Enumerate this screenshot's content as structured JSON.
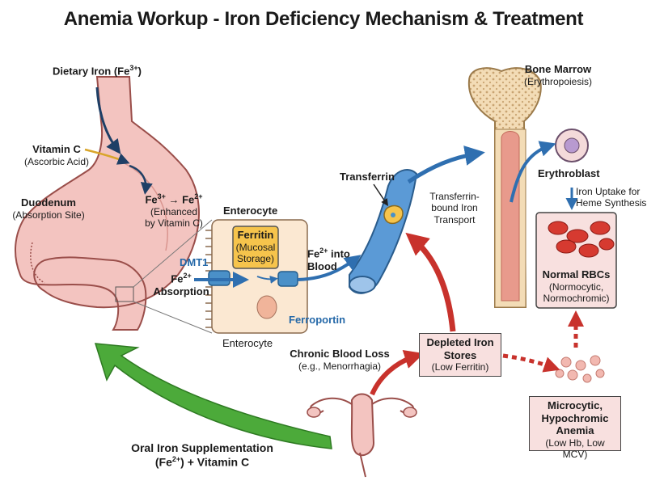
{
  "title": "Anemia Workup - Iron Deficiency Mechanism & Treatment",
  "labels": {
    "dietary_iron_prefix": "Dietary Iron (Fe",
    "dietary_iron_sup": "3+",
    "dietary_iron_suffix": ")",
    "vitamin_c": "Vitamin C",
    "vitamin_c_sub": "(Ascorbic Acid)",
    "duodenum": "Duodenum",
    "duodenum_sub": "(Absorption Site)",
    "conversion_fe": "Fe",
    "conversion_sup1": "3+",
    "conversion_arrow": " → Fe",
    "conversion_sup2": "2+",
    "conversion_sub_1": "(Enhanced",
    "conversion_sub_2": "by Vitamin C)",
    "enterocyte_top": "Enterocyte",
    "enterocyte_bottom": "Enterocyte",
    "ferritin": "Ferritin",
    "ferritin_sub_1": "(Mucosal",
    "ferritin_sub_2": "Storage)",
    "dmt1": "DMT1",
    "fe2_absorption_fe": "Fe",
    "fe2_absorption_sup": "2+",
    "fe2_absorption_text": "Absorption",
    "ferroportin": "Ferroportin",
    "fe2_blood_fe": "Fe",
    "fe2_blood_sup": "2+",
    "fe2_blood_into": " into",
    "fe2_blood_text": "Blood",
    "transferrin": "Transferrin",
    "transferrin_bound_1": "Transferrin-",
    "transferrin_bound_2": "bound Iron",
    "transferrin_bound_3": "Transport",
    "bone_marrow": "Bone Marrow",
    "bone_marrow_sub": "(Erythropoiesis)",
    "erythroblast": "Erythroblast",
    "iron_uptake_1": "Iron Uptake for",
    "iron_uptake_2": "Heme Synthesis",
    "normal_rbcs": "Normal RBCs",
    "normal_rbcs_sub_1": "(Normocytic,",
    "normal_rbcs_sub_2": "Normochromic)",
    "depleted_1": "Depleted Iron",
    "depleted_2": "Stores",
    "depleted_sub": "(Low Ferritin)",
    "chronic_blood_loss": "Chronic Blood Loss",
    "chronic_blood_loss_sub": "(e.g., Menorrhagia)",
    "microcytic_1": "Microcytic,",
    "microcytic_2": "Hypochromic",
    "microcytic_3": "Anemia",
    "microcytic_sub": "(Low Hb, Low MCV)",
    "oral_iron_1": "Oral Iron Supplementation",
    "oral_iron_2_prefix": "(Fe",
    "oral_iron_2_sup": "2+",
    "oral_iron_2_suffix": ") + Vitamin C"
  },
  "colors": {
    "stomach_fill": "#f3c4c0",
    "stomach_stroke": "#9a4e4a",
    "enterocyte_fill": "#fbe8d2",
    "ferritin_fill": "#f6c44c",
    "transporter_blue": "#4a90c8",
    "vessel_blue": "#5b9ad6",
    "arrow_blue": "#2f6fb0",
    "arrow_red": "#c8322c",
    "arrow_green": "#4caa3a",
    "rbc_red": "#d63a30",
    "bone_fill": "#f3dcb6",
    "marrow_red": "#e89a8c",
    "box_pink": "#f8e0df"
  }
}
